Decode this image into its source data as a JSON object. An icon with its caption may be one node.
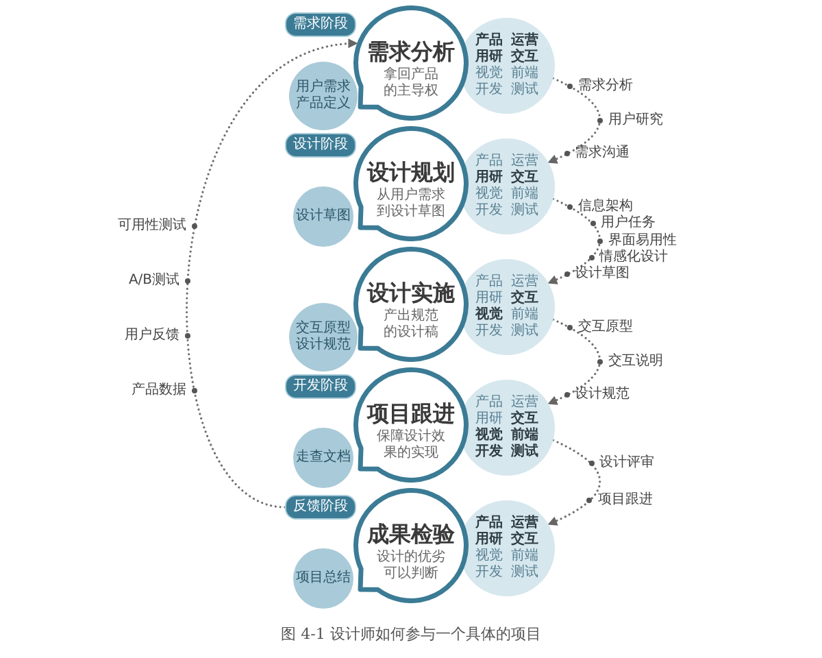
{
  "diagram": {
    "caption": "图 4-1 设计师如何参与一个具体的项目",
    "nodes": [
      {
        "text": [
          "需求阶段"
        ]
      },
      {
        "text": [
          "需求分析",
          "拿回产品的主导权"
        ]
      },
      {
        "text": [
          "产品",
          "运营",
          "用研",
          "交互",
          "视觉",
          "前端",
          "开发",
          "测试"
        ]
      },
      {
        "text": [
          "用户需求",
          "产品定义"
        ]
      },
      {
        "text": [
          "设计阶段"
        ]
      },
      {
        "text": [
          "设计规划",
          "从用户需求到设计草图"
        ]
      },
      {
        "text": [
          "产品",
          "运营",
          "用研",
          "交互",
          "视觉",
          "前端",
          "开发",
          "测试"
        ]
      },
      {
        "text": [
          "设计草图"
        ]
      },
      {
        "text": [
          "设计实施",
          "产出规范的设计稿"
        ]
      },
      {
        "text": [
          "产品",
          "运营",
          "用研",
          "交互",
          "视觉",
          "前端",
          "开发",
          "测试"
        ]
      },
      {
        "text": [
          "交互原型",
          "设计规范"
        ]
      },
      {
        "text": [
          "开发阶段"
        ]
      },
      {
        "text": [
          "项目跟进",
          "保障设计效果的实现"
        ]
      },
      {
        "text": [
          "产品",
          "运营",
          "用研",
          "交互",
          "视觉",
          "前端",
          "开发",
          "测试"
        ]
      },
      {
        "text": [
          "走查文档"
        ]
      },
      {
        "text": [
          "反馈阶段"
        ]
      },
      {
        "text": [
          "成果检验",
          "设计的优劣可以判断"
        ]
      },
      {
        "text": [
          "产品",
          "运营",
          "用研",
          "交互",
          "视觉",
          "前端",
          "开发",
          "测试"
        ]
      },
      {
        "text": [
          "项目总结"
        ]
      }
    ],
    "edges": [
      {
        "from": 2,
        "to": 6,
        "arrow": "to",
        "style": "dashed"
      },
      {
        "from": 6,
        "to": 9,
        "arrow": "to",
        "style": "dashed"
      },
      {
        "from": 9,
        "to": 13,
        "arrow": "to",
        "style": "dashed"
      },
      {
        "from": 13,
        "to": 17,
        "arrow": "to",
        "style": "dashed"
      },
      {
        "from": 15,
        "to": 1,
        "arrow": "to",
        "style": "dashed"
      }
    ],
    "labels": [
      "可用性测试",
      "A/B测试",
      "用户反馈",
      "产品数据",
      "需求分析",
      "用户研究",
      "需求沟通",
      "信息架构",
      "用户任务",
      "界面易用性",
      "情感化设计",
      "设计草图",
      "交互原型",
      "交互说明",
      "设计规范",
      "设计评审",
      "项目跟进"
    ]
  }
}
